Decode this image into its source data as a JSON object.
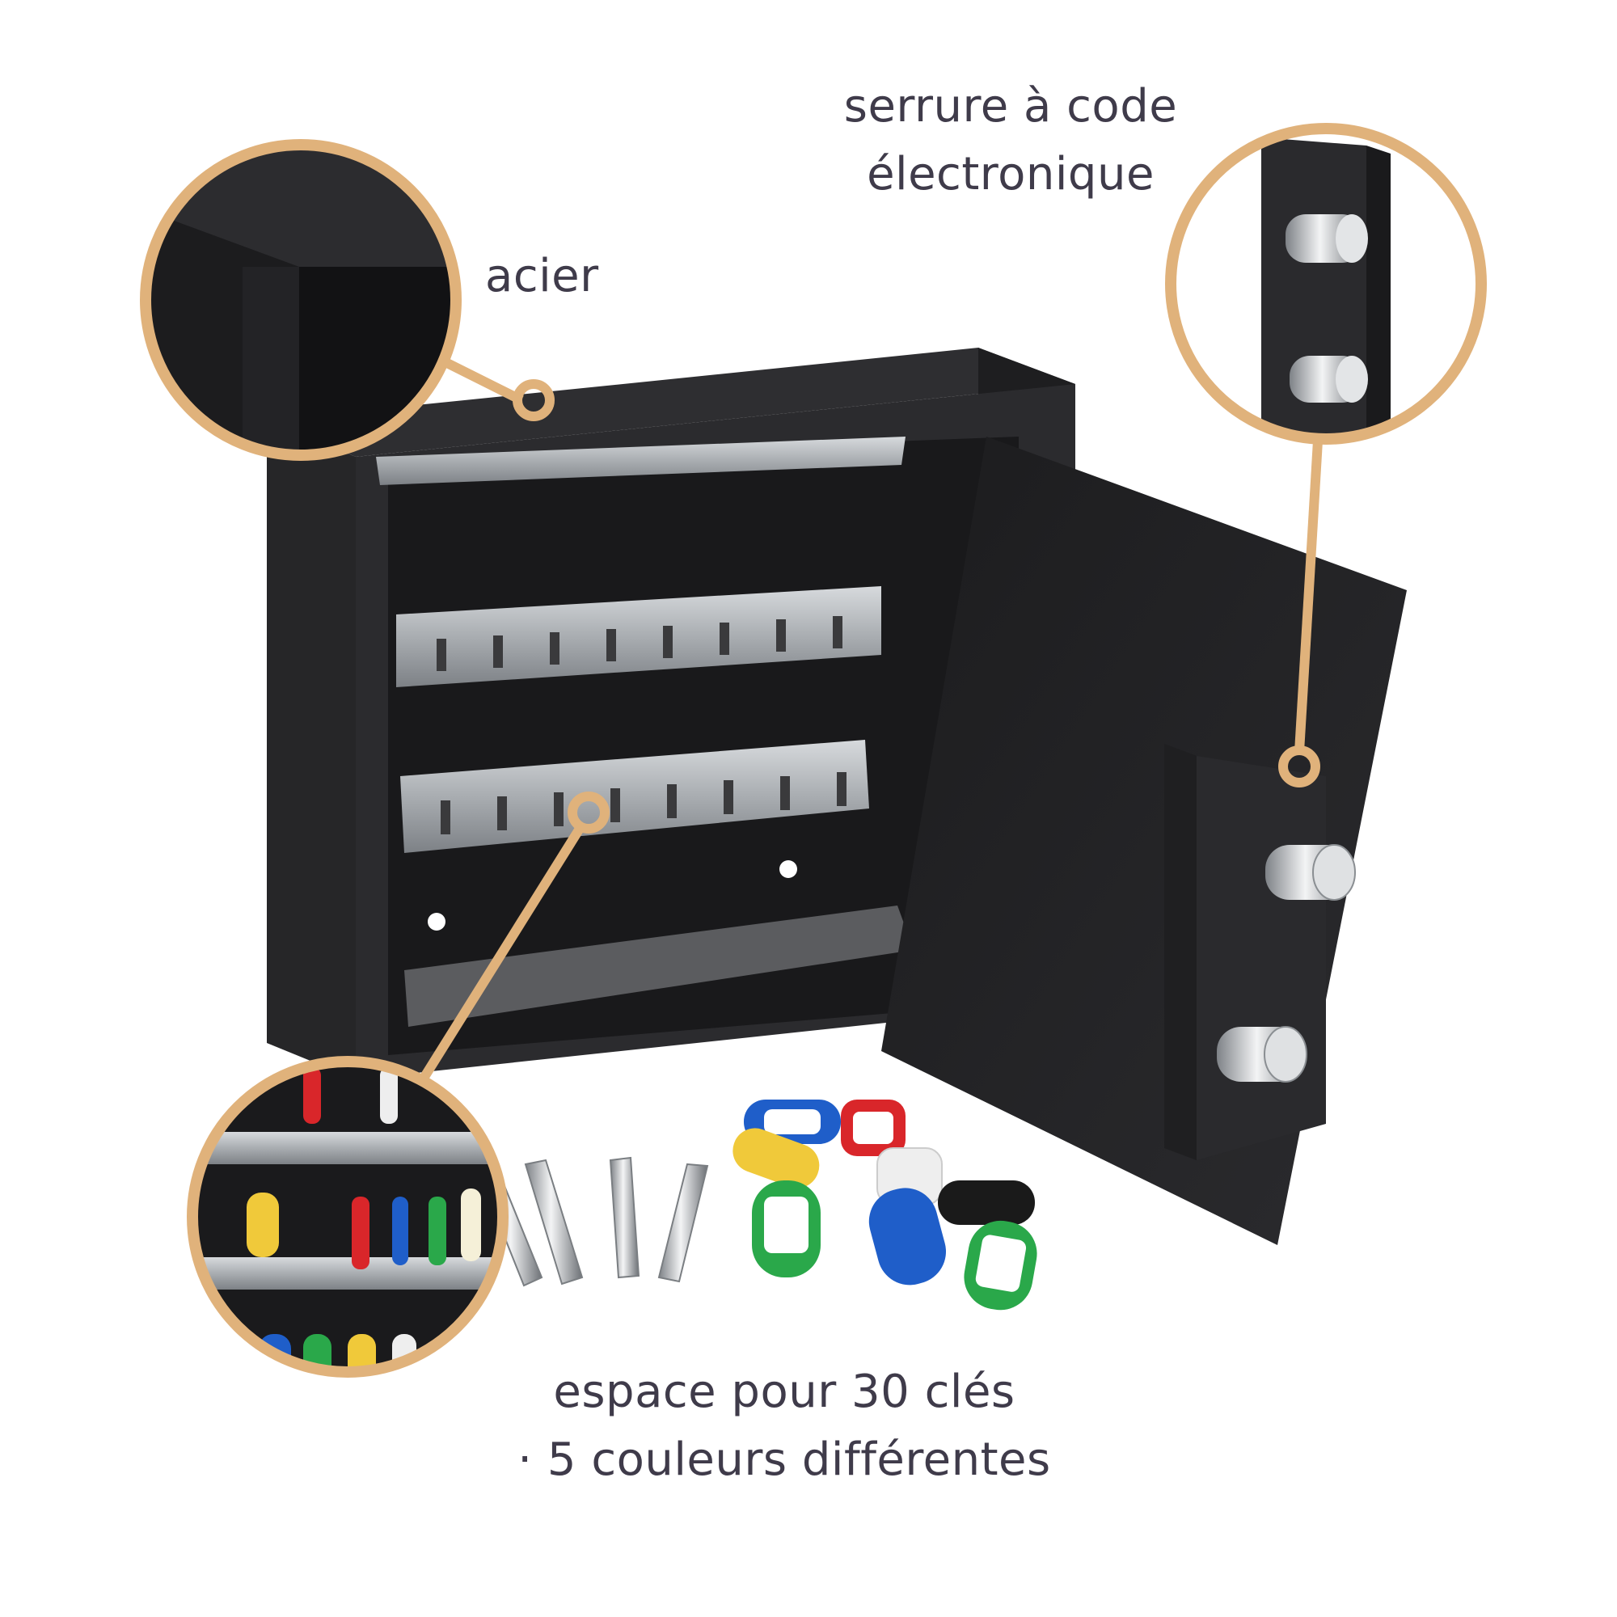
{
  "callouts": {
    "steel": {
      "label": "acier"
    },
    "lock": {
      "line1": "serrure à code",
      "line2": "électronique"
    },
    "keys": {
      "line1": "espace pour 30 clés",
      "line2": "· 5 couleurs différentes"
    }
  },
  "colors": {
    "accent": "#e0b27b",
    "text": "#3f3b4a",
    "safe_body": "#2a2a2c",
    "rail": "#b8bcc0"
  },
  "key_tag_colors": [
    "#1f5ec9",
    "#f0c93a",
    "#d9262a",
    "#eeeeee",
    "#2aa84a",
    "#1a1a1a"
  ]
}
